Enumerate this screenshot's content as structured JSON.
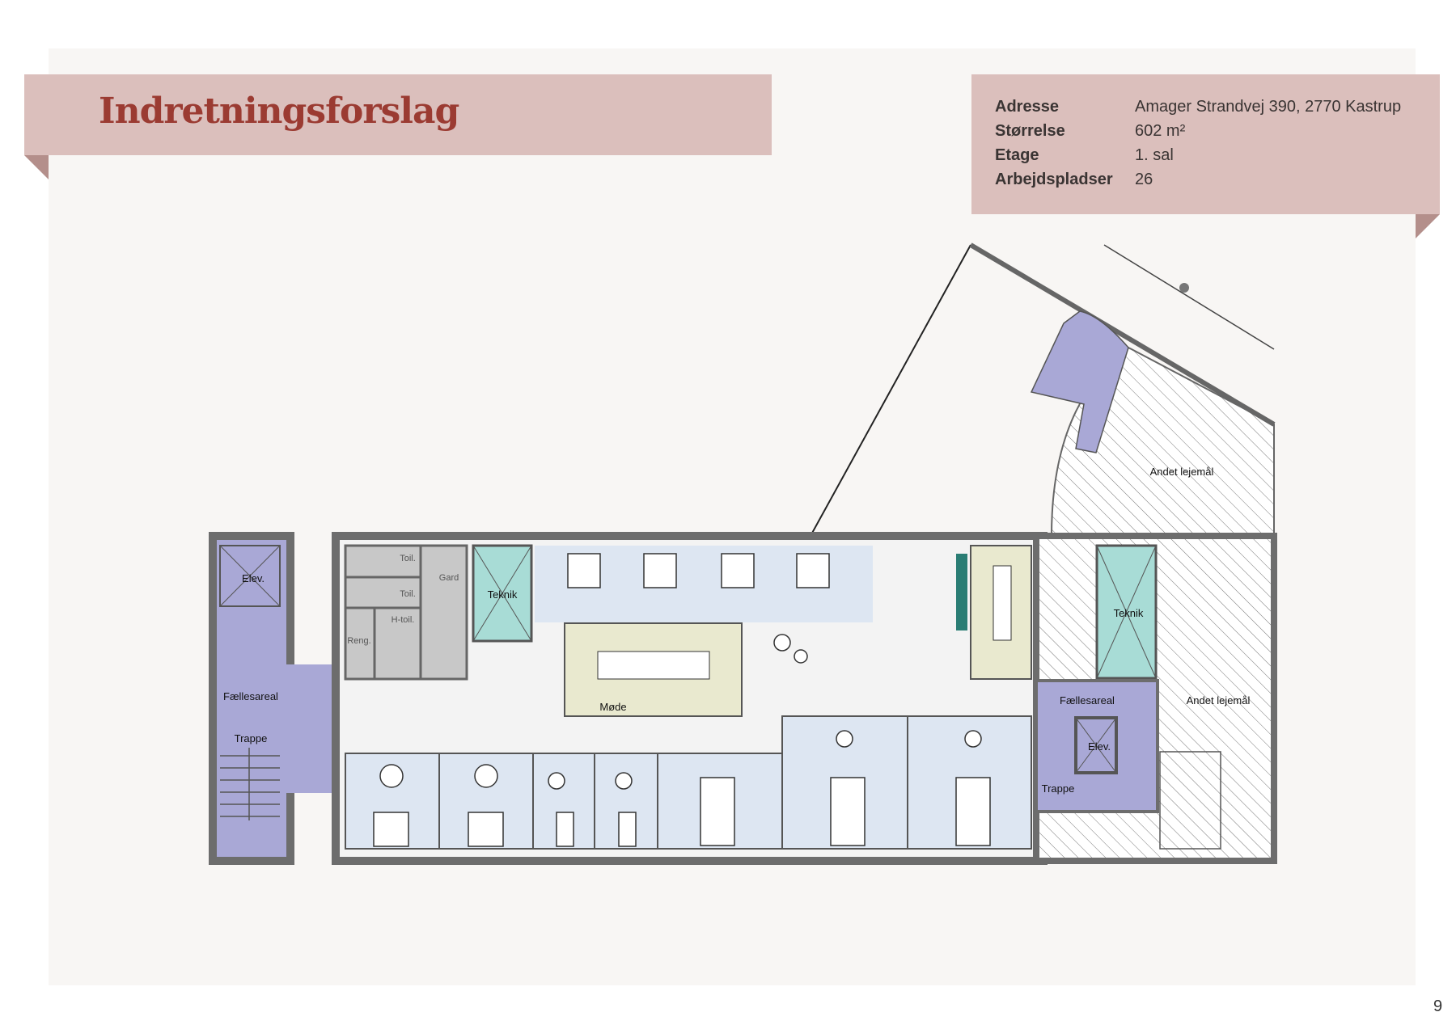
{
  "header": {
    "title": "Indretningsforslag"
  },
  "info": [
    {
      "label": "Adresse",
      "value": "Amager Strandvej 390, 2770 Kastrup"
    },
    {
      "label": "Størrelse",
      "value": "602 m²"
    },
    {
      "label": "Etage",
      "value": "1. sal"
    },
    {
      "label": "Arbejdspladser",
      "value": "26"
    }
  ],
  "floorplan": {
    "left_elevator": "Elev.",
    "left_common": "Fællesareal",
    "left_stairs": "Trappe",
    "toilet_1": "Toil.",
    "toilet_2": "Toil.",
    "wardrobe": "Gard",
    "accessible_toilet": "H-toil.",
    "cleaning": "Reng.",
    "technical_left": "Teknik",
    "meeting": "Møde",
    "technical_right": "Teknik",
    "right_common": "Fællesareal",
    "right_elevator": "Elev.",
    "right_stairs": "Trappe",
    "other_tenant_1": "Andet lejemål",
    "other_tenant_2": "Andet lejemål"
  },
  "colors": {
    "banner": "#dbbfbc",
    "title": "#9b3b32",
    "common": "#a9a8d6",
    "technical": "#a8dcd6",
    "office": "#dde6f2",
    "meeting": "#e9e9cf"
  },
  "page_number": "9"
}
